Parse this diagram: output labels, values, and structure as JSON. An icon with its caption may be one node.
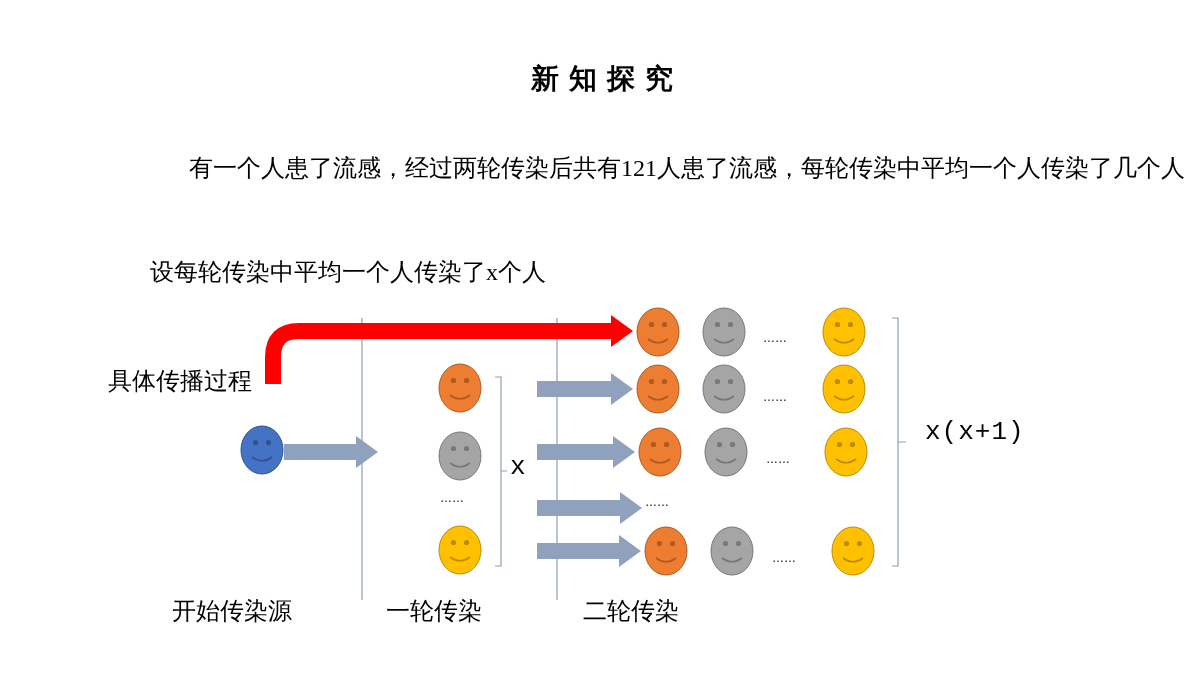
{
  "diagram": {
    "title": "新知探究",
    "nodes": [
      {
        "text": [
          "具体传播过程"
        ]
      },
      {
        "text": [],
        "shape": "picture"
      },
      {
        "text": [],
        "shape": "picture"
      },
      {
        "text": [],
        "shape": "picture"
      },
      {
        "text": [],
        "shape": "picture"
      },
      {
        "text": [],
        "shape": "picture"
      },
      {
        "text": [],
        "shape": "picture"
      },
      {
        "text": [],
        "shape": "picture"
      },
      {
        "text": [],
        "shape": "picture"
      },
      {
        "text": [],
        "shape": "picture"
      },
      {
        "text": [],
        "shape": "picture"
      },
      {
        "text": [],
        "shape": "picture"
      },
      {
        "text": [],
        "shape": "picture"
      },
      {
        "text": [],
        "shape": "picture"
      },
      {
        "text": [
          "……"
        ]
      },
      {
        "text": [],
        "shape": "picture"
      },
      {
        "text": [],
        "shape": "picture"
      },
      {
        "text": [],
        "shape": "picture"
      }
    ],
    "edges": [
      {
        "from": 0,
        "to": 5,
        "arrow": "to",
        "color": "#ff0000"
      },
      {
        "from": 1,
        "to": null,
        "arrow": "to"
      },
      {
        "from": null,
        "to": 8,
        "arrow": "to"
      },
      {
        "from": null,
        "to": 11,
        "arrow": "to"
      },
      {
        "from": null,
        "to": 14,
        "arrow": "to"
      },
      {
        "from": null,
        "to": 15,
        "arrow": "to"
      }
    ],
    "labels": [
      "有一个人患了流感，经过两轮传染后共有121人患了流感，每轮传染中平均一个人传染了几个人",
      "设每轮传染中平均一个人传染了x个人",
      "……",
      "……",
      "x(x+1)",
      "……",
      "x",
      "……",
      "……",
      "开始传染源",
      "一轮传染",
      "二轮传染"
    ]
  }
}
